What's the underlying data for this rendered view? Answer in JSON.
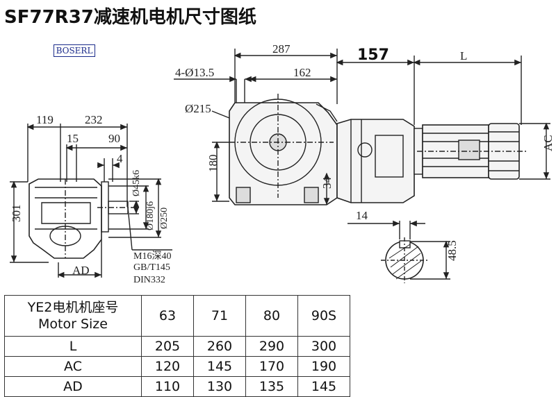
{
  "title": "SF77R37减速机电机尺寸图纸",
  "logo": "BOSERL",
  "dims": {
    "top_287": "287",
    "top_157": "157",
    "top_L": "L",
    "holes": "4-Ø13.5",
    "d162": "162",
    "dia215": "Ø215",
    "h180": "180",
    "h34": "34",
    "ac": "AC",
    "key_14": "14",
    "key_48_5": "48.5",
    "left_119": "119",
    "left_232": "232",
    "left_15": "15",
    "left_90": "90",
    "left_4": "4",
    "left_301": "301",
    "shaft_45": "Ø45k6",
    "shaft_180": "Ø180j6",
    "shaft_250": "Ø250",
    "thread_1": "M16深40",
    "thread_2": "GB/T145",
    "thread_3": "DIN332",
    "ad": "AD"
  },
  "table": {
    "header_line1": "YE2电机机座号",
    "header_line2": "Motor Size",
    "sizes": [
      "63",
      "71",
      "80",
      "90S"
    ],
    "rows": [
      {
        "label": "L",
        "values": [
          "205",
          "260",
          "290",
          "300"
        ]
      },
      {
        "label": "AC",
        "values": [
          "120",
          "145",
          "170",
          "190"
        ]
      },
      {
        "label": "AD",
        "values": [
          "110",
          "130",
          "135",
          "145"
        ]
      }
    ]
  }
}
